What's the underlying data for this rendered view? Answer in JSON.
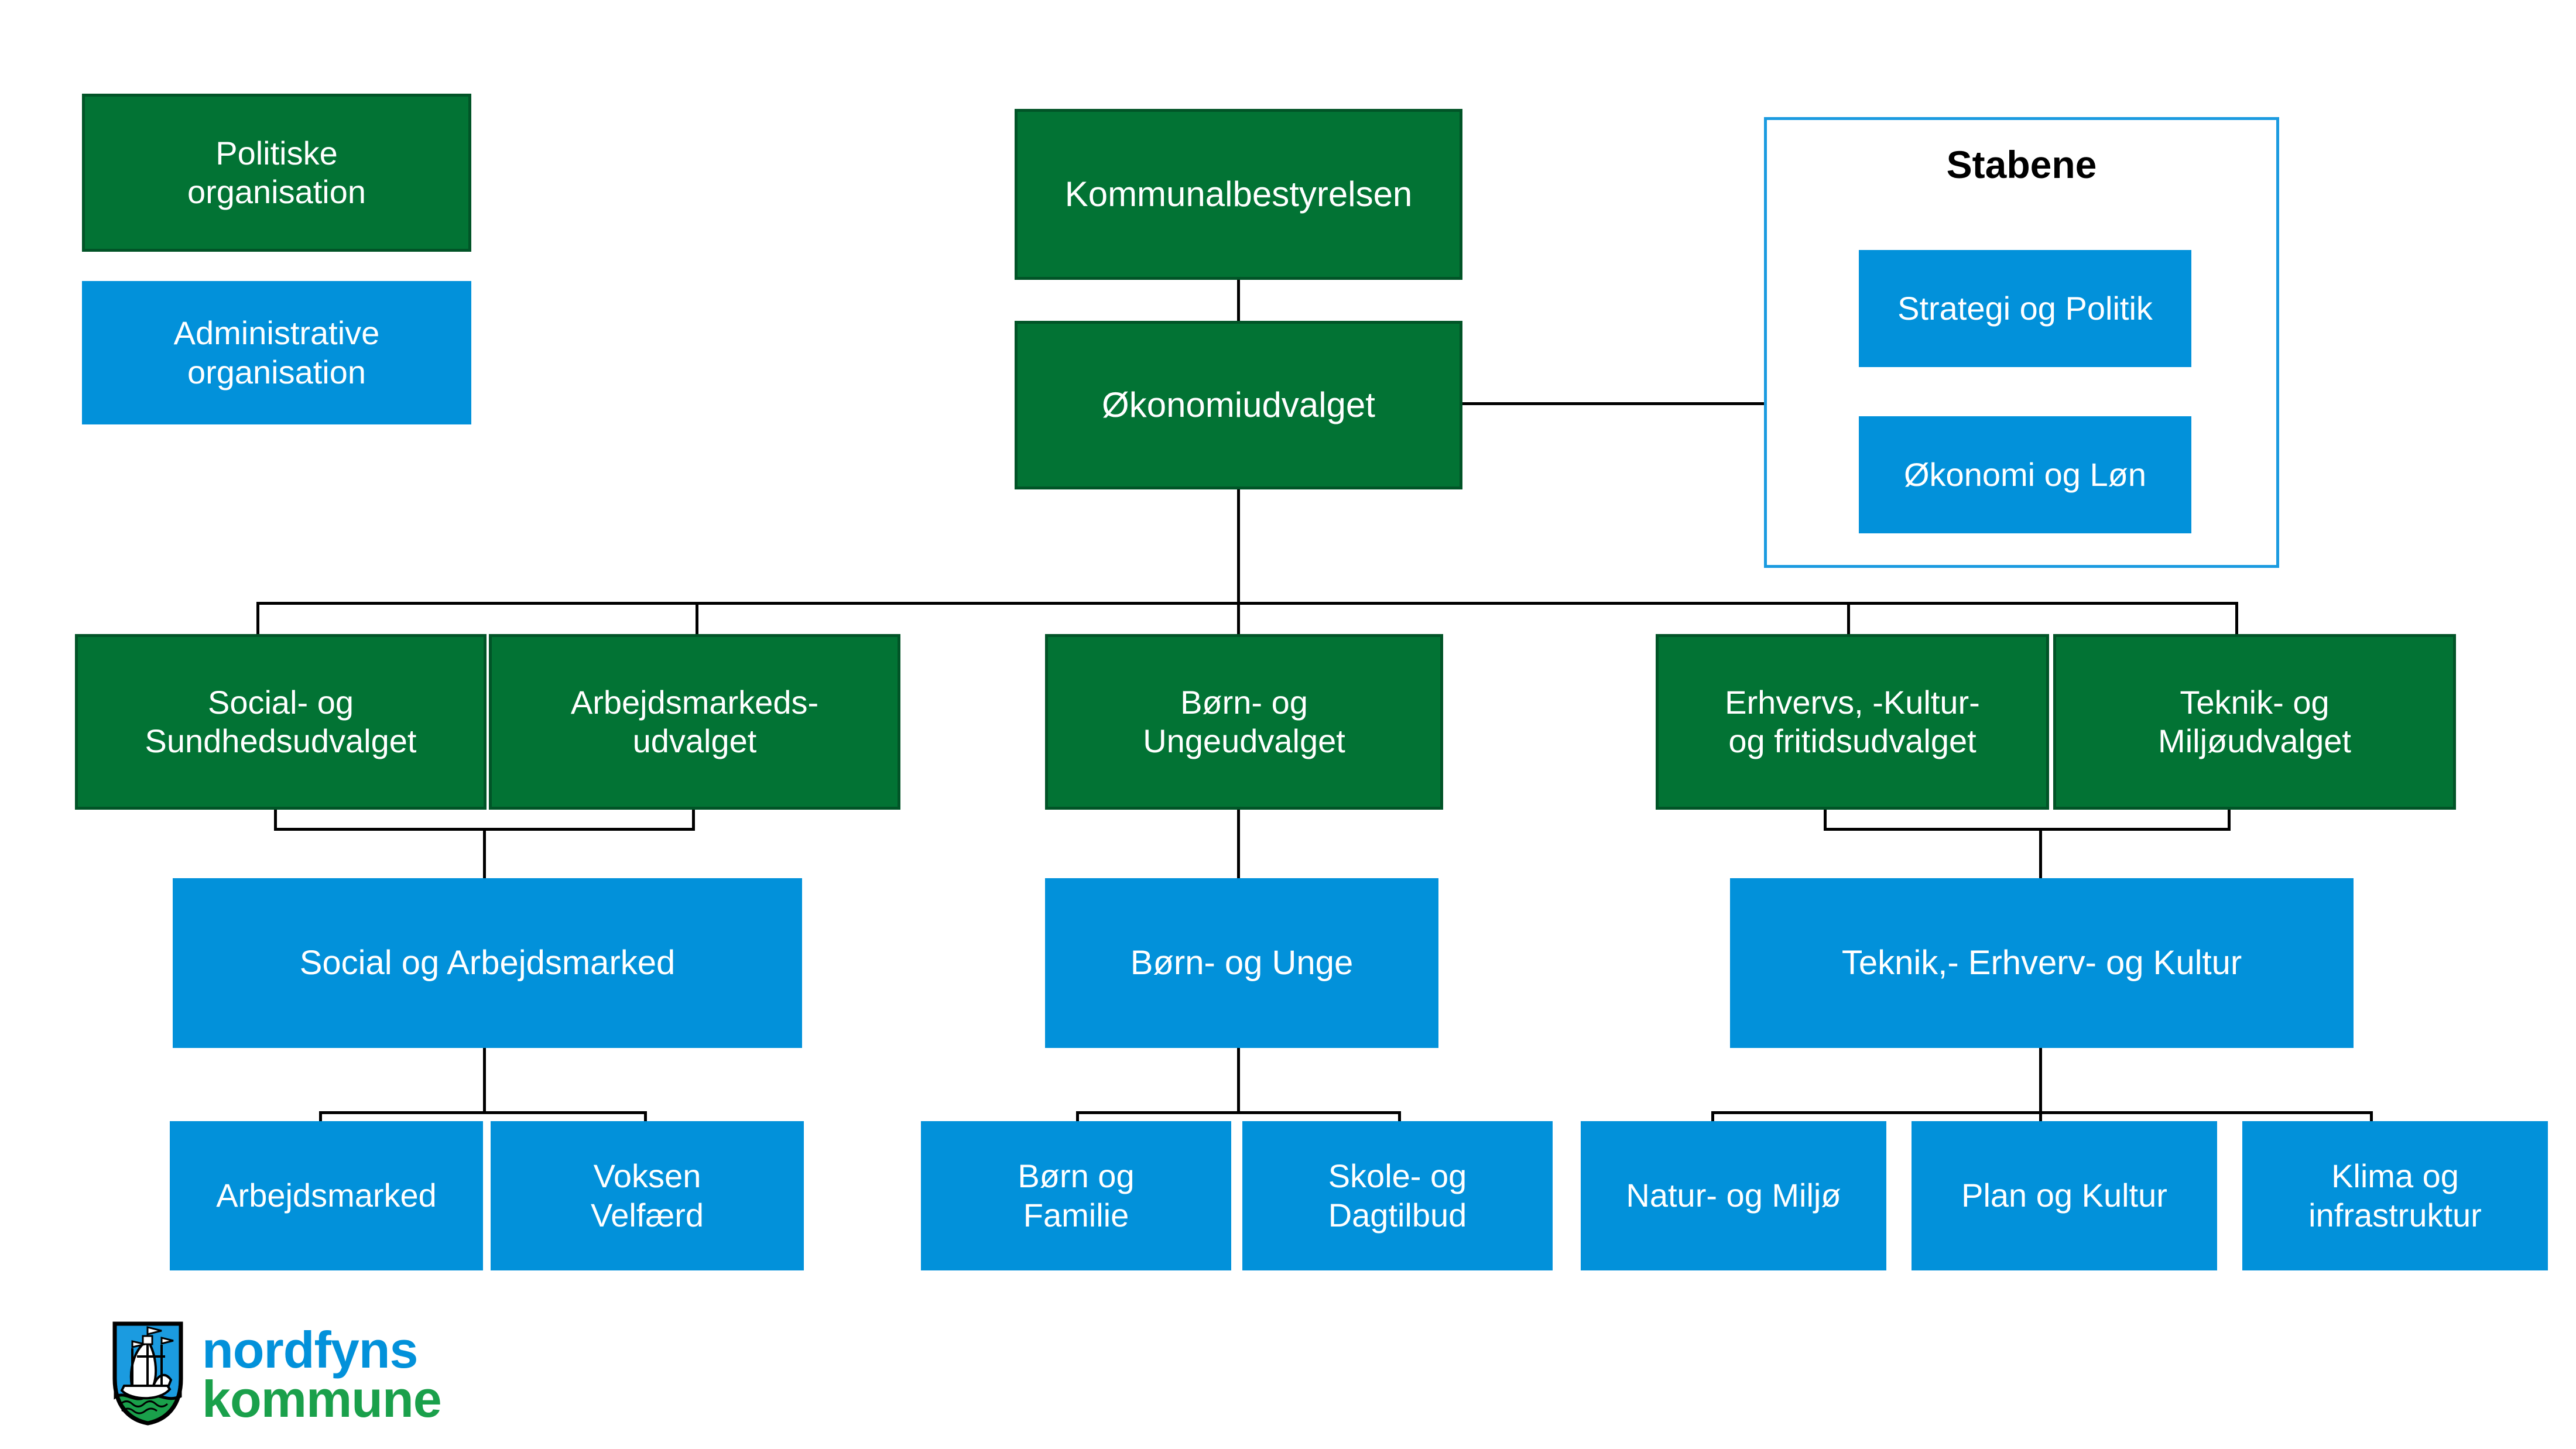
{
  "title": "Nordfyns Kommune organisationsdiagram",
  "colors": {
    "green": "#027334",
    "green_border": "#015427",
    "blue": "#0291DA",
    "panel_border": "#1B9BE0",
    "line": "#000000",
    "text_on_box": "#ffffff",
    "logo_blue": "#0291DA",
    "logo_green": "#1AA04B"
  },
  "legend": {
    "political": "Politiske\norganisation",
    "administrative": "Administrative\norganisation"
  },
  "top": {
    "council": "Kommunalbestyrelsen",
    "finance_committee": "Økonomiudvalget"
  },
  "stabene": {
    "title": "Stabene",
    "items": [
      "Strategi og Politik",
      "Økonomi og Løn"
    ]
  },
  "committees": [
    "Social- og\nSundhedsudvalget",
    "Arbejdsmarkeds-\nudvalget",
    "Børn- og\nUngeudvalget",
    "Erhvervs, -Kultur-\nog fritidsudvalget",
    "Teknik- og\nMiljøudvalget"
  ],
  "directorates": [
    "Social og Arbejdsmarked",
    "Børn- og Unge",
    "Teknik,- Erhverv- og Kultur"
  ],
  "departments": [
    "Arbejdsmarked",
    "Voksen\nVelfærd",
    "Børn og\nFamilie",
    "Skole- og\nDagtilbud",
    "Natur- og Miljø",
    "Plan og Kultur",
    "Klima og\ninfrastruktur"
  ],
  "logo": {
    "line1": "nordfyns",
    "line2": "kommune"
  }
}
